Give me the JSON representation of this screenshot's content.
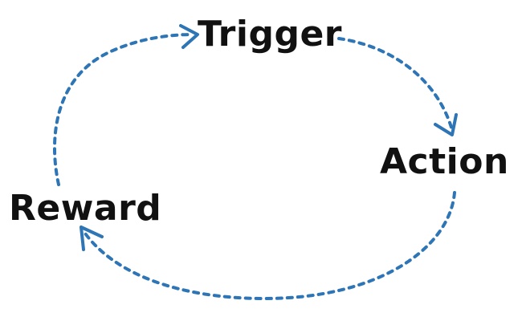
{
  "diagram": {
    "nodes": [
      {
        "id": "trigger",
        "label": "Trigger"
      },
      {
        "id": "action",
        "label": "Action"
      },
      {
        "id": "reward",
        "label": "Reward"
      }
    ],
    "edges": [
      {
        "from": "trigger",
        "to": "action",
        "style": "dotted"
      },
      {
        "from": "action",
        "to": "reward",
        "style": "dotted"
      },
      {
        "from": "reward",
        "to": "trigger",
        "style": "dotted"
      }
    ]
  },
  "colors": {
    "arrow": "#2e75b6",
    "text": "#111111",
    "background": "#ffffff"
  }
}
